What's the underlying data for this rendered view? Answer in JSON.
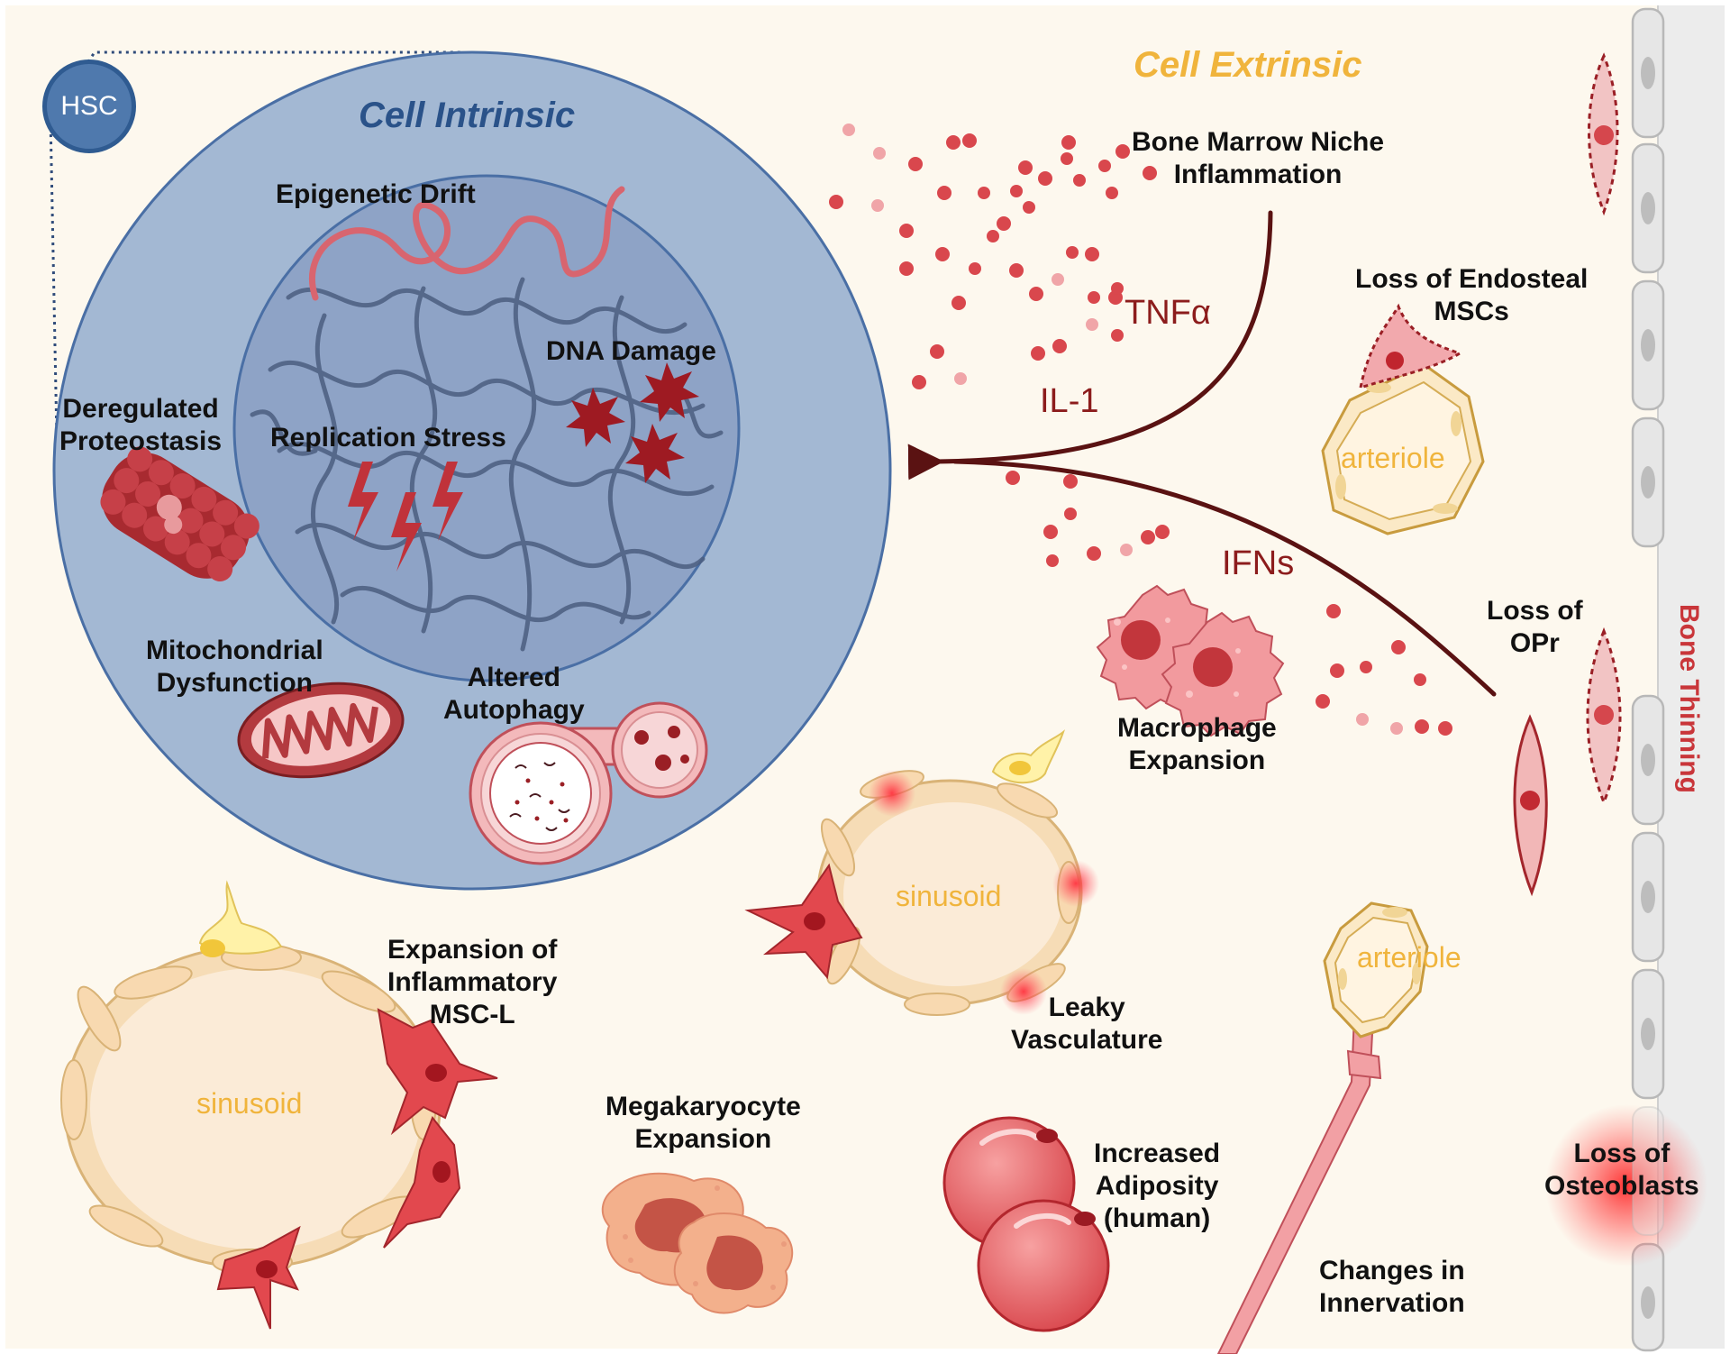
{
  "headings": {
    "cell_intrinsic": "Cell Intrinsic",
    "cell_extrinsic": "Cell Extrinsic"
  },
  "hsc_badge": "HSC",
  "intrinsic": {
    "epigenetic_drift": "Epigenetic Drift",
    "dna_damage": "DNA Damage",
    "replication_stress": "Replication Stress",
    "deregulated_proteostasis": [
      "Deregulated",
      "Proteostasis"
    ],
    "mitochondrial_dysfunction": [
      "Mitochondrial",
      "Dysfunction"
    ],
    "altered_autophagy": [
      "Altered",
      "Autophagy"
    ]
  },
  "extrinsic": {
    "bm_niche_inflammation": [
      "Bone Marrow Niche",
      "Inflammation"
    ],
    "loss_endosteal_mscs": [
      "Loss of Endosteal",
      "MSCs"
    ],
    "loss_opr": [
      "Loss of",
      "OPr"
    ],
    "macrophage_expansion": [
      "Macrophage",
      "Expansion"
    ],
    "leaky_vasculature": [
      "Leaky",
      "Vasculature"
    ],
    "expansion_msc_l": [
      "Expansion of",
      "Inflammatory",
      "MSC-L"
    ],
    "megakaryocyte_expansion": [
      "Megakaryocyte",
      "Expansion"
    ],
    "increased_adiposity": [
      "Increased",
      "Adiposity",
      "(human)"
    ],
    "changes_innervation": [
      "Changes in",
      "Innervation"
    ],
    "loss_osteoblasts": [
      "Loss of",
      "Osteoblasts"
    ],
    "bone_thinning": "Bone Thinning"
  },
  "cytokines": {
    "tnf": "TNFα",
    "il1": "IL-1",
    "ifns": "IFNs"
  },
  "vessels": {
    "arteriole_top": "arteriole",
    "arteriole_bottom": "arteriole",
    "sinusoid_mid": "sinusoid",
    "sinusoid_left": "sinusoid"
  },
  "colors": {
    "background": "#fdf8ee",
    "cell_outer": "#a3b8d3",
    "nucleus": "#8ea3c6",
    "cell_border": "#4a6fa5",
    "intrinsic_title": "#2a5289",
    "extrinsic_title": "#f0b43c",
    "cytokine_text": "#8c1c1c",
    "arrow": "#5a1212",
    "red_accent": "#c9363a",
    "bone_column": "#ececec"
  }
}
